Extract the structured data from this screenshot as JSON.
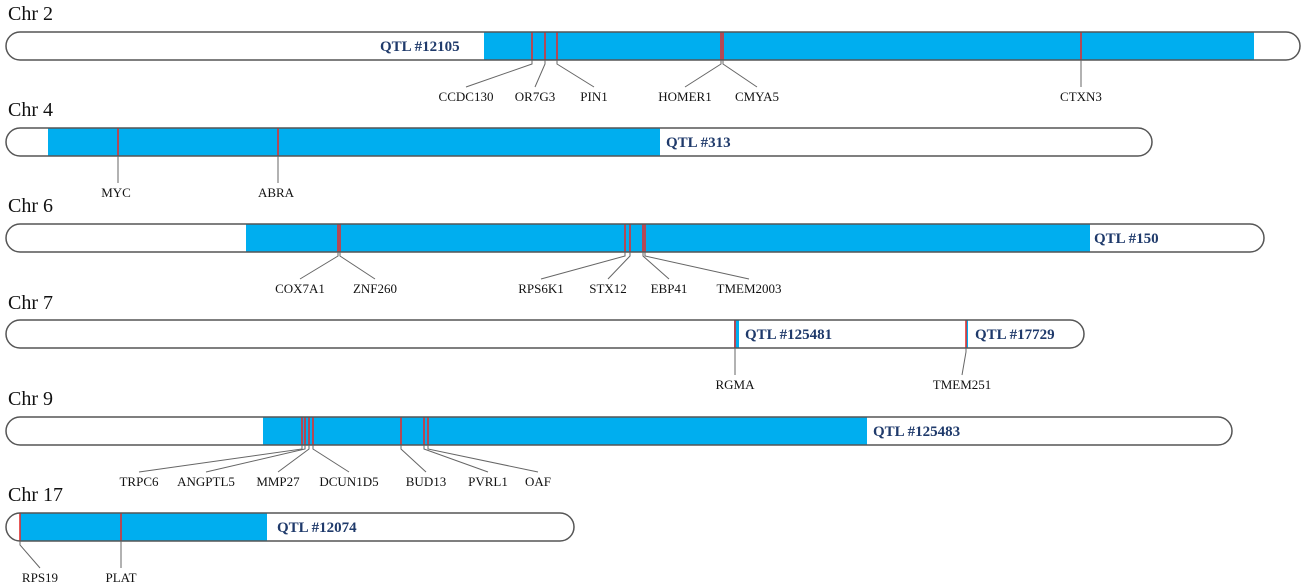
{
  "colors": {
    "qtl_fill": "#00aeef",
    "gene_marker": "#e0302f",
    "outline": "#555555",
    "leader": "#666666",
    "qtl_text": "#1f3a6b"
  },
  "chromosomes": [
    {
      "name": "Chr 2",
      "qtls": [
        {
          "label": "QTL #12105"
        }
      ],
      "genes": [
        "CCDC130",
        "OR7G3",
        "PIN1",
        "HOMER1",
        "CMYA5",
        "CTXN3"
      ]
    },
    {
      "name": "Chr 4",
      "qtls": [
        {
          "label": "QTL #313"
        }
      ],
      "genes": [
        "MYC",
        "ABRA"
      ]
    },
    {
      "name": "Chr 6",
      "qtls": [
        {
          "label": "QTL #150"
        }
      ],
      "genes": [
        "COX7A1",
        "ZNF260",
        "RPS6K1",
        "STX12",
        "EBP41",
        "TMEM2003"
      ]
    },
    {
      "name": "Chr 7",
      "qtls": [
        {
          "label": "QTL #125481"
        },
        {
          "label": "QTL #17729"
        }
      ],
      "genes": [
        "RGMA",
        "TMEM251"
      ]
    },
    {
      "name": "Chr 9",
      "qtls": [
        {
          "label": "QTL #125483"
        }
      ],
      "genes": [
        "TRPC6",
        "ANGPTL5",
        "MMP27",
        "DCUN1D5",
        "BUD13",
        "PVRL1",
        "OAF"
      ]
    },
    {
      "name": "Chr 17",
      "qtls": [
        {
          "label": "QTL #12074"
        }
      ],
      "genes": [
        "RPS19",
        "PLAT"
      ]
    }
  ]
}
